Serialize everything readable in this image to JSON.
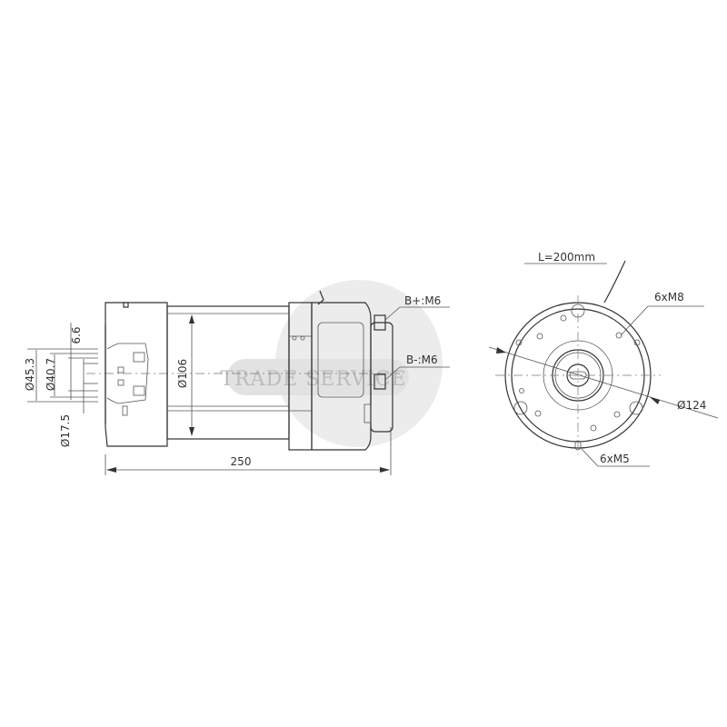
{
  "watermark": {
    "text": "TRADE SERVICE"
  },
  "side_view": {
    "length": "250",
    "body_diameter": "Ø106",
    "shaft_dims": [
      "Ø45.3",
      "Ø40.7",
      "6.6",
      "Ø17.5"
    ],
    "terminals": [
      "B+:M6",
      "B-:M6"
    ]
  },
  "front_view": {
    "cable": "L=200mm",
    "mount_holes": "6xM8",
    "diameter": "Ø124",
    "rear_holes": "6xM5"
  }
}
